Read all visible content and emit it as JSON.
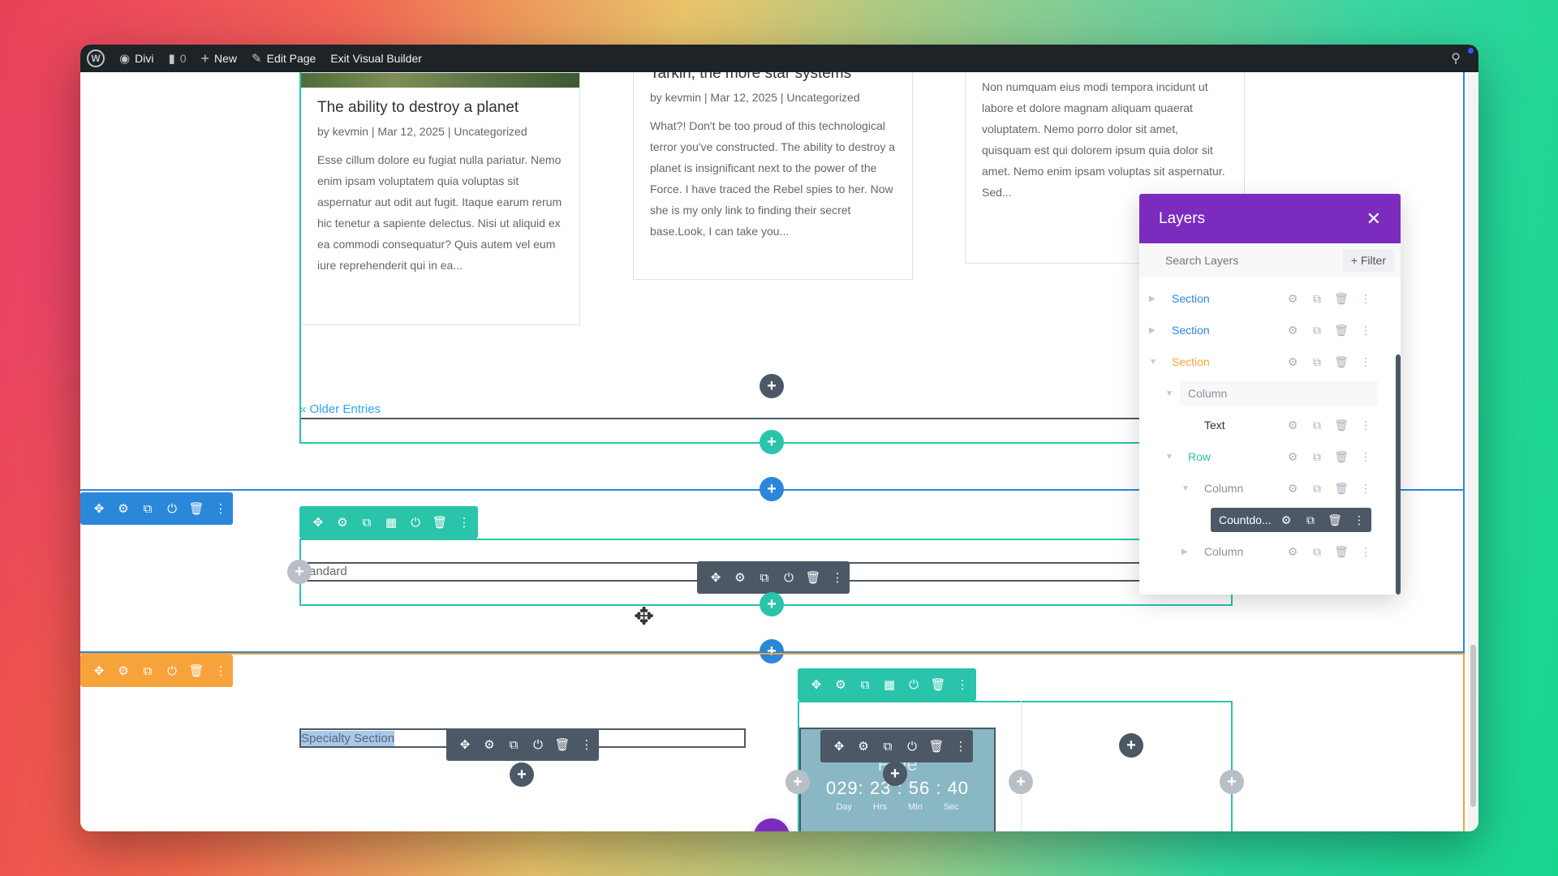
{
  "adminbar": {
    "wp_logo": "W",
    "site_name": "Divi",
    "comments_count": "0",
    "new_label": "New",
    "edit_page_label": "Edit Page",
    "exit_builder_label": "Exit Visual Builder"
  },
  "posts": [
    {
      "title": "The ability to destroy a planet",
      "meta": "by kevmin | Mar 12, 2025 | Uncategorized",
      "excerpt": "Esse cillum dolore eu fugiat nulla pariatur. Nemo enim ipsam voluptatem quia voluptas sit aspernatur aut odit aut fugit. Itaque earum rerum hic tenetur a sapiente delectus. Nisi ut aliquid ex ea commodi consequatur? Quis autem vel eum iure reprehenderit qui in ea..."
    },
    {
      "title": "Tarkin, the more star systems",
      "meta": "by kevmin | Mar 12, 2025 | Uncategorized",
      "excerpt": "What?! Don't be too proud of this technological terror you've constructed. The ability to destroy a planet is insignificant next to the power of the Force. I have traced the Rebel spies to her. Now she is my only link to finding their secret base.Look, I can take you..."
    },
    {
      "title": "",
      "meta": "",
      "excerpt": "Non numquam eius modi tempora incidunt ut labore et dolore magnam aliquam quaerat voluptatem. Nemo porro dolor sit amet, quisquam est qui dolorem ipsum quia dolor sit amet. Nemo enim ipsam voluptas sit aspernatur. Sed..."
    }
  ],
  "older_entries": "« Older Entries",
  "standard_label": "andard",
  "specialty_label": "Specialty Section",
  "countdown": {
    "title": "Free",
    "days": "029",
    "hours": "23",
    "minutes": "56",
    "seconds": "40",
    "label_day": "Day",
    "label_hrs": "Hrs",
    "label_min": "Min",
    "label_sec": "Sec"
  },
  "fab_label": "•••",
  "layers": {
    "title": "Layers",
    "search_placeholder": "Search Layers",
    "filter_label": "+ Filter",
    "items": [
      {
        "label": "Section",
        "color": "#2b87da"
      },
      {
        "label": "Section",
        "color": "#2b87da"
      },
      {
        "label": "Section",
        "color": "#f7a33b"
      },
      {
        "label": "Column",
        "color": "#8a9099"
      },
      {
        "label": "Text",
        "color": "#333333"
      },
      {
        "label": "Row",
        "color": "#29c4a9"
      },
      {
        "label": "Column",
        "color": "#8a9099"
      },
      {
        "label": "Countdo...",
        "color": "#ffffff"
      },
      {
        "label": "Column",
        "color": "#8a9099"
      }
    ]
  },
  "colors": {
    "admin_bar": "#1d2327",
    "section_blue": "#2b87da",
    "row_green": "#29c4a9",
    "specialty_orange": "#f7a33b",
    "module_dark": "#4c5866",
    "layers_purple": "#7b2cbf",
    "countdown_bg": "#8ab7c4"
  },
  "icons": {
    "move": "move-icon",
    "settings": "gear-icon",
    "duplicate": "duplicate-icon",
    "columns": "columns-icon",
    "power": "power-icon",
    "trash": "trash-icon",
    "more": "more-vertical-icon",
    "add": "plus-icon",
    "search": "search-icon",
    "close": "close-icon"
  }
}
